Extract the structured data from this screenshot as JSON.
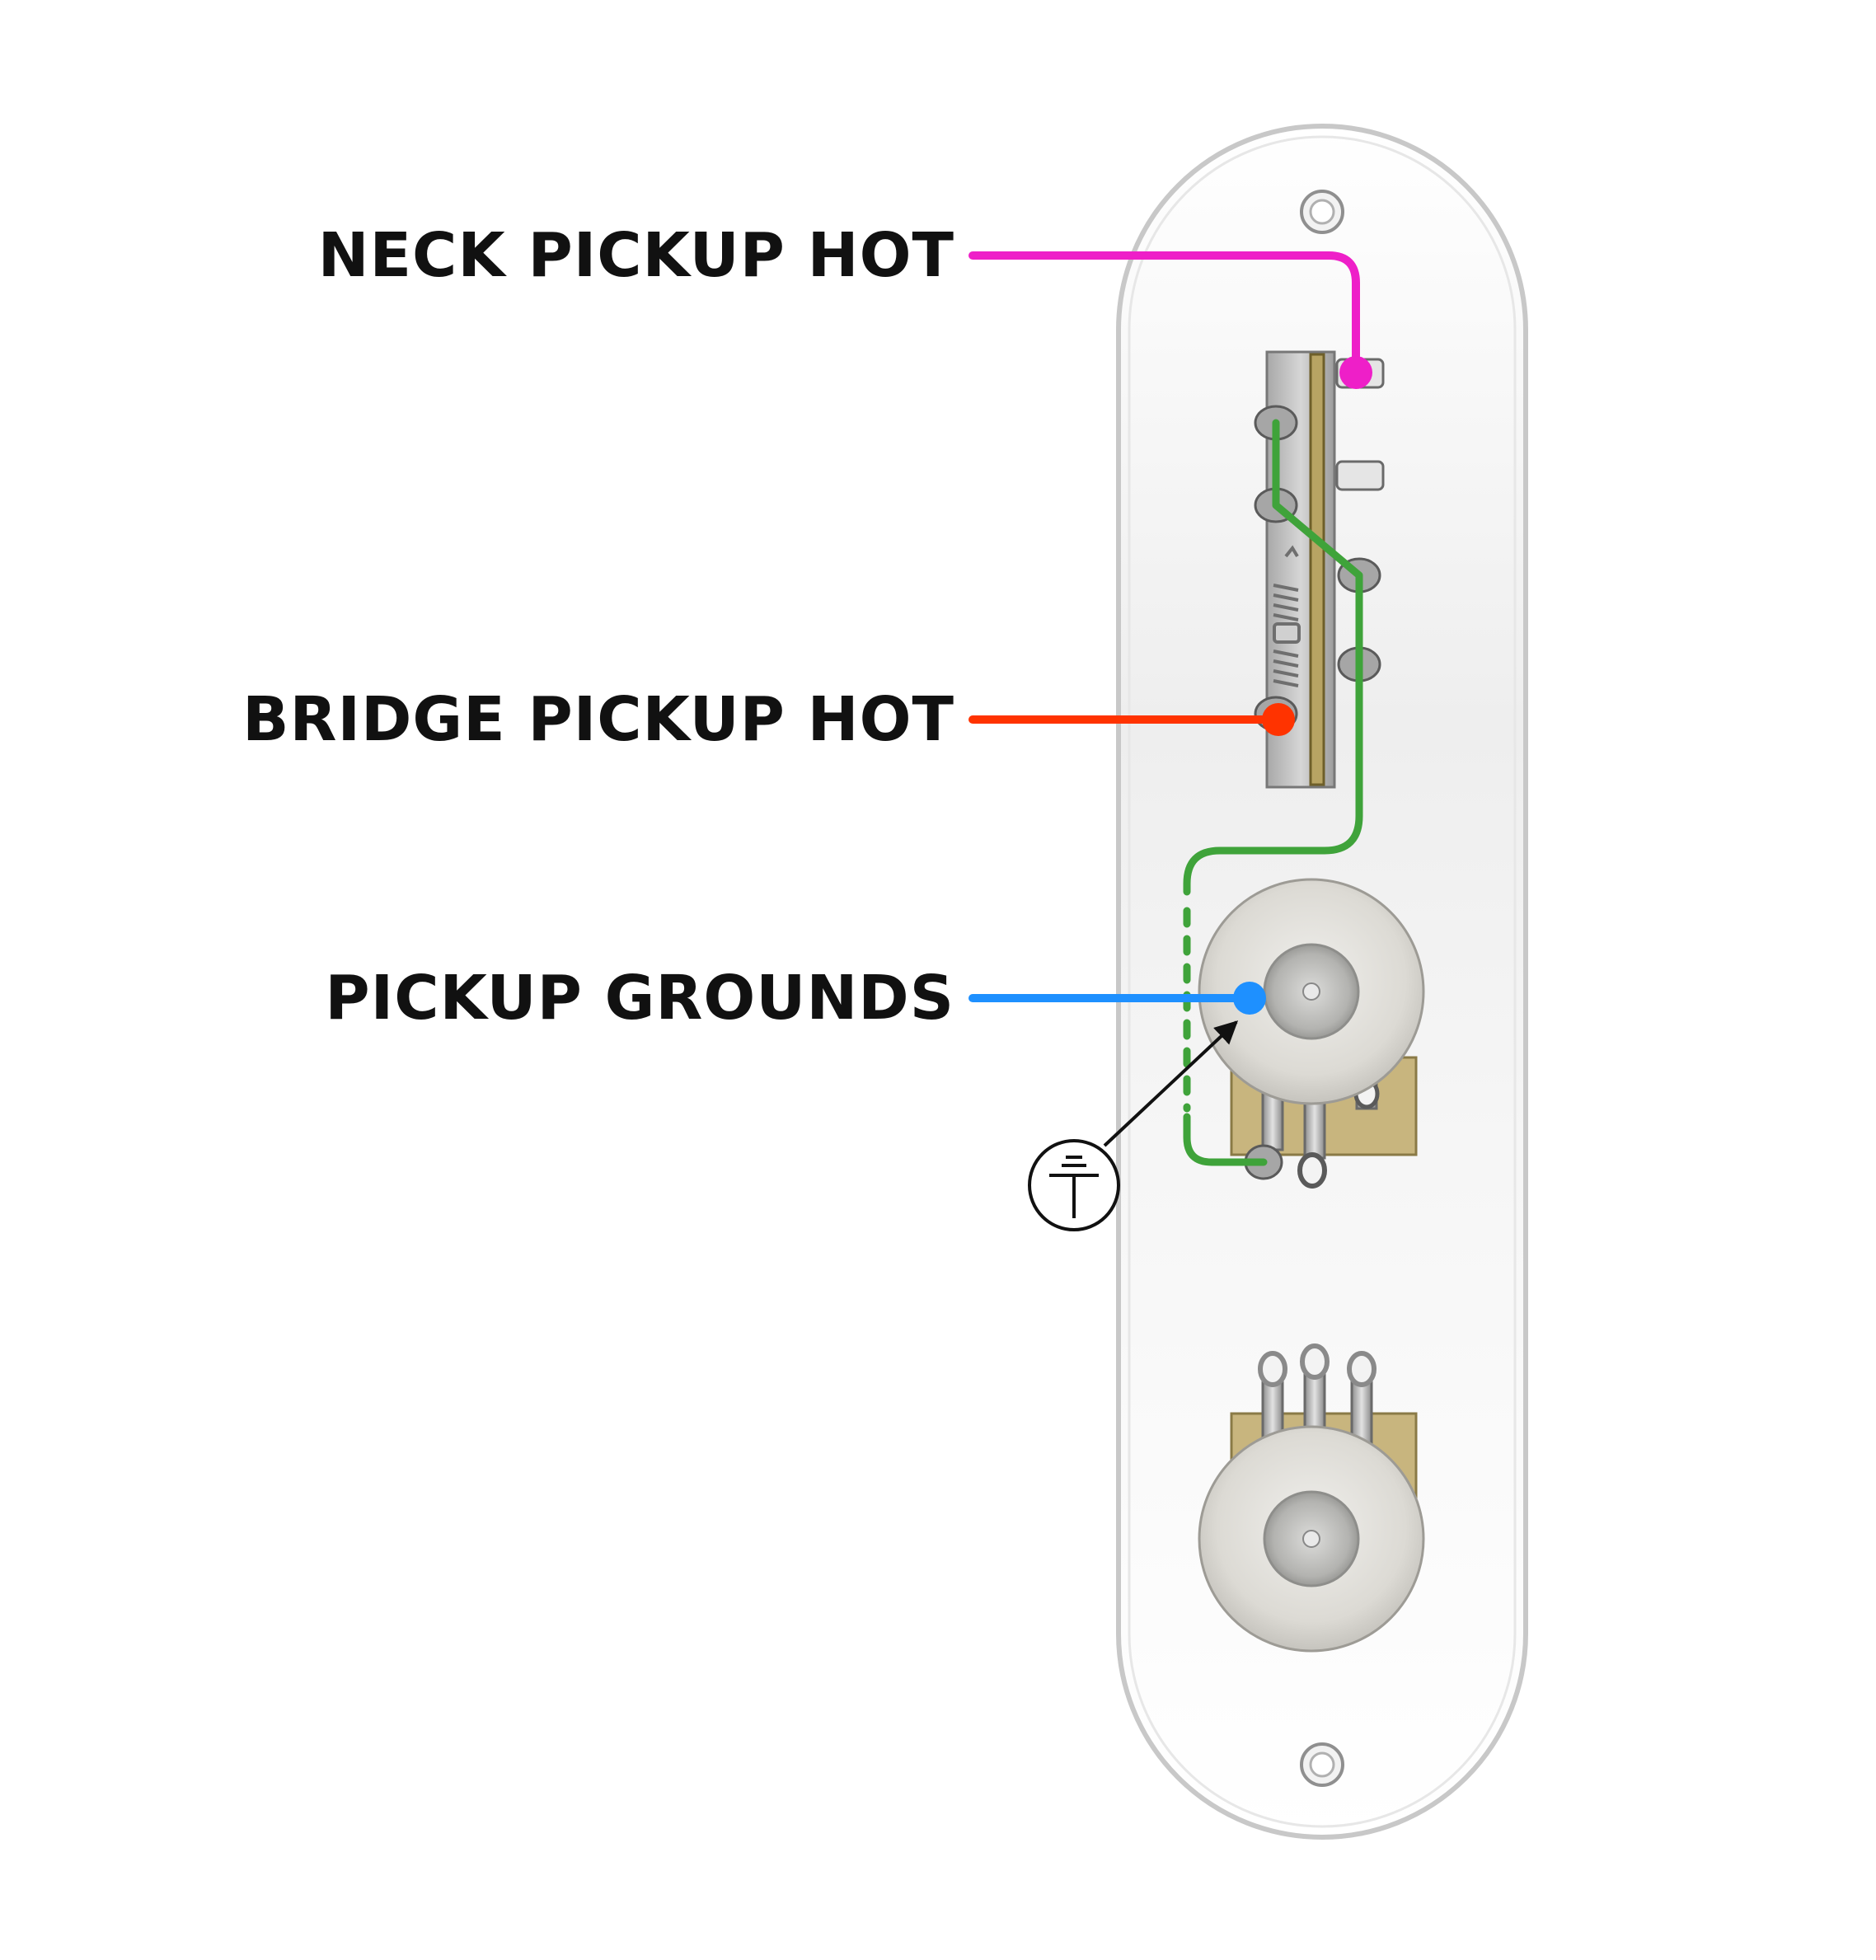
{
  "labels": {
    "neck": "NECK PICKUP HOT",
    "bridge": "BRIDGE PICKUP HOT",
    "ground": "PICKUP GROUNDS"
  },
  "colors": {
    "neck": "#ee1fc8",
    "bridge": "#ff3300",
    "ground": "#1e90ff",
    "jumper": "#3fa33a",
    "arrow": "#111111"
  },
  "icons": [
    "ground-symbol-icon"
  ]
}
